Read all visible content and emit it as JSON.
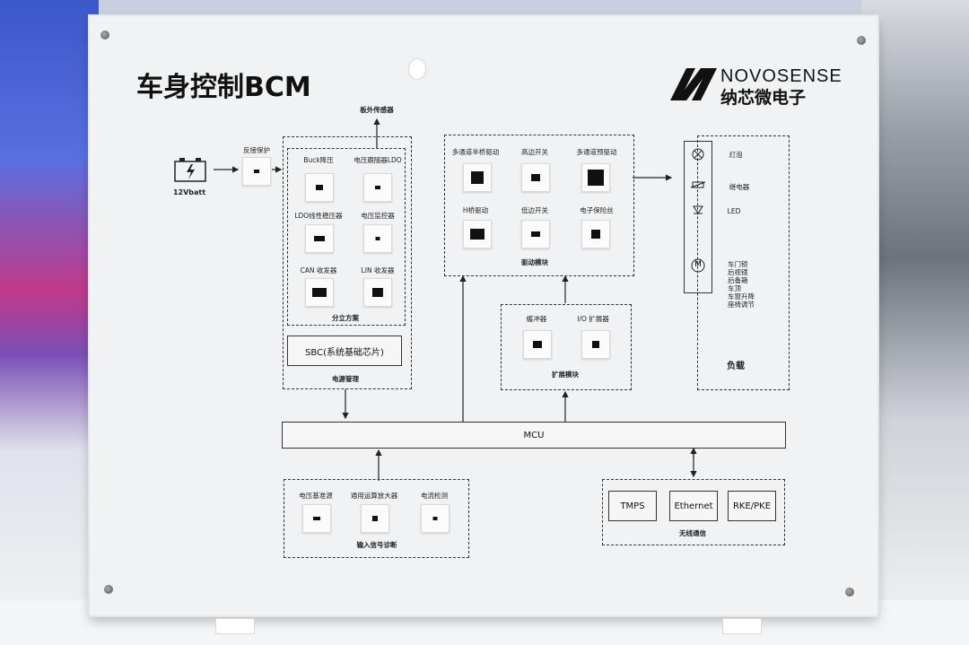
{
  "title": "车身控制BCM",
  "logo": {
    "en": "NOVOSENSE",
    "cn": "纳芯微电子"
  },
  "battery": {
    "label": "12Vbatt"
  },
  "reverse_protection": {
    "label": "反接保护"
  },
  "external_sensor": {
    "label": "板外传感器"
  },
  "power": {
    "discrete": {
      "items": [
        "Buck降压",
        "电压跟随器LDO",
        "LDO线性稳压器",
        "电压监控器",
        "CAN 收发器",
        "LIN 收发器"
      ],
      "title": "分立方案"
    },
    "sbc": "SBC(系统基础芯片)",
    "title": "电源管理"
  },
  "drive": {
    "items": [
      "多通道半桥驱动",
      "高边开关",
      "多通道预驱动",
      "H桥驱动",
      "低边开关",
      "电子保险丝"
    ],
    "title": "驱动模块"
  },
  "expansion": {
    "items": [
      "缓冲器",
      "I/O 扩展器"
    ],
    "title": "扩展模块"
  },
  "load": {
    "items": [
      "灯泡",
      "继电器",
      "LED"
    ],
    "motor_list": [
      "车门锁",
      "后视镜",
      "后备箱",
      "车顶",
      "车窗升降",
      "座椅调节"
    ],
    "motor_symbol": "M",
    "title": "负载"
  },
  "mcu": "MCU",
  "input": {
    "items": [
      "电压基准源",
      "通用运算放大器",
      "电流检测"
    ],
    "title": "输入信号诊断"
  },
  "wireless": {
    "items": [
      "TMPS",
      "Ethernet",
      "RKE/PKE"
    ],
    "title": "无线通信"
  }
}
